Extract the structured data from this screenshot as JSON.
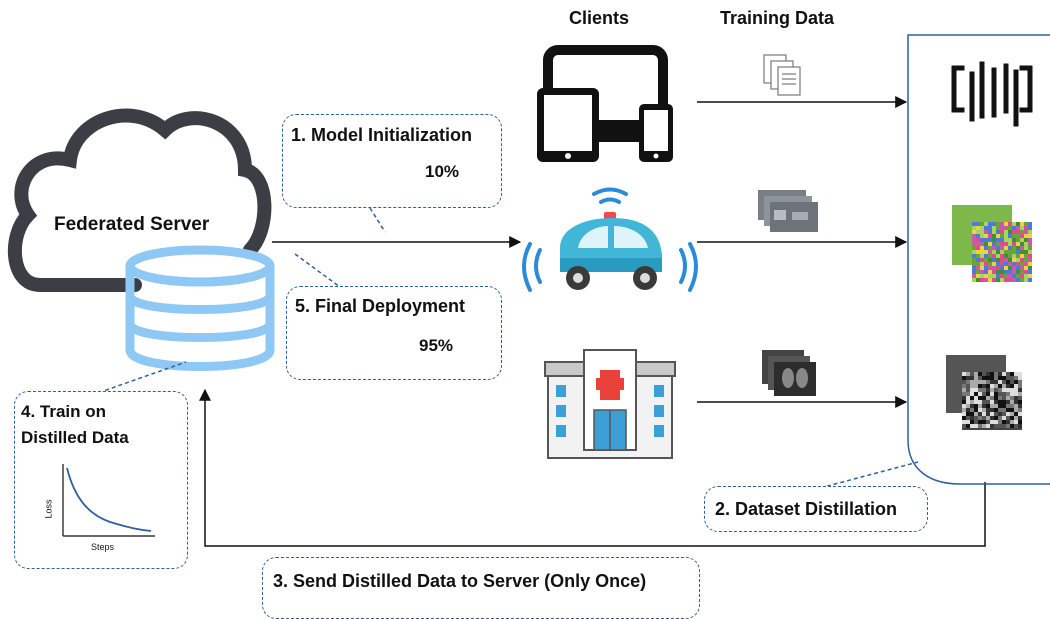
{
  "headers": {
    "clients": "Clients",
    "training_data": "Training Data"
  },
  "server": {
    "label": "Federated Server"
  },
  "steps": {
    "model_init": {
      "title": "1. Model Initialization",
      "value": "10%"
    },
    "dataset_distillation": {
      "title": "2. Dataset Distillation"
    },
    "send_distilled": {
      "title": "3. Send Distilled Data to Server (Only Once)"
    },
    "train_distilled": {
      "line1": "4. Train on",
      "line2": "Distilled Data",
      "xlabel": "Steps",
      "ylabel": "Loss"
    },
    "final_deployment": {
      "title": "5. Final Deployment",
      "value": "95%"
    }
  },
  "clients": [
    "devices-icon",
    "car-icon",
    "hospital-icon"
  ],
  "colors": {
    "accent": "#2f5f9e",
    "cloud": "#3b3f45",
    "db": "#8fc8f5",
    "car": "#41b6d6"
  }
}
